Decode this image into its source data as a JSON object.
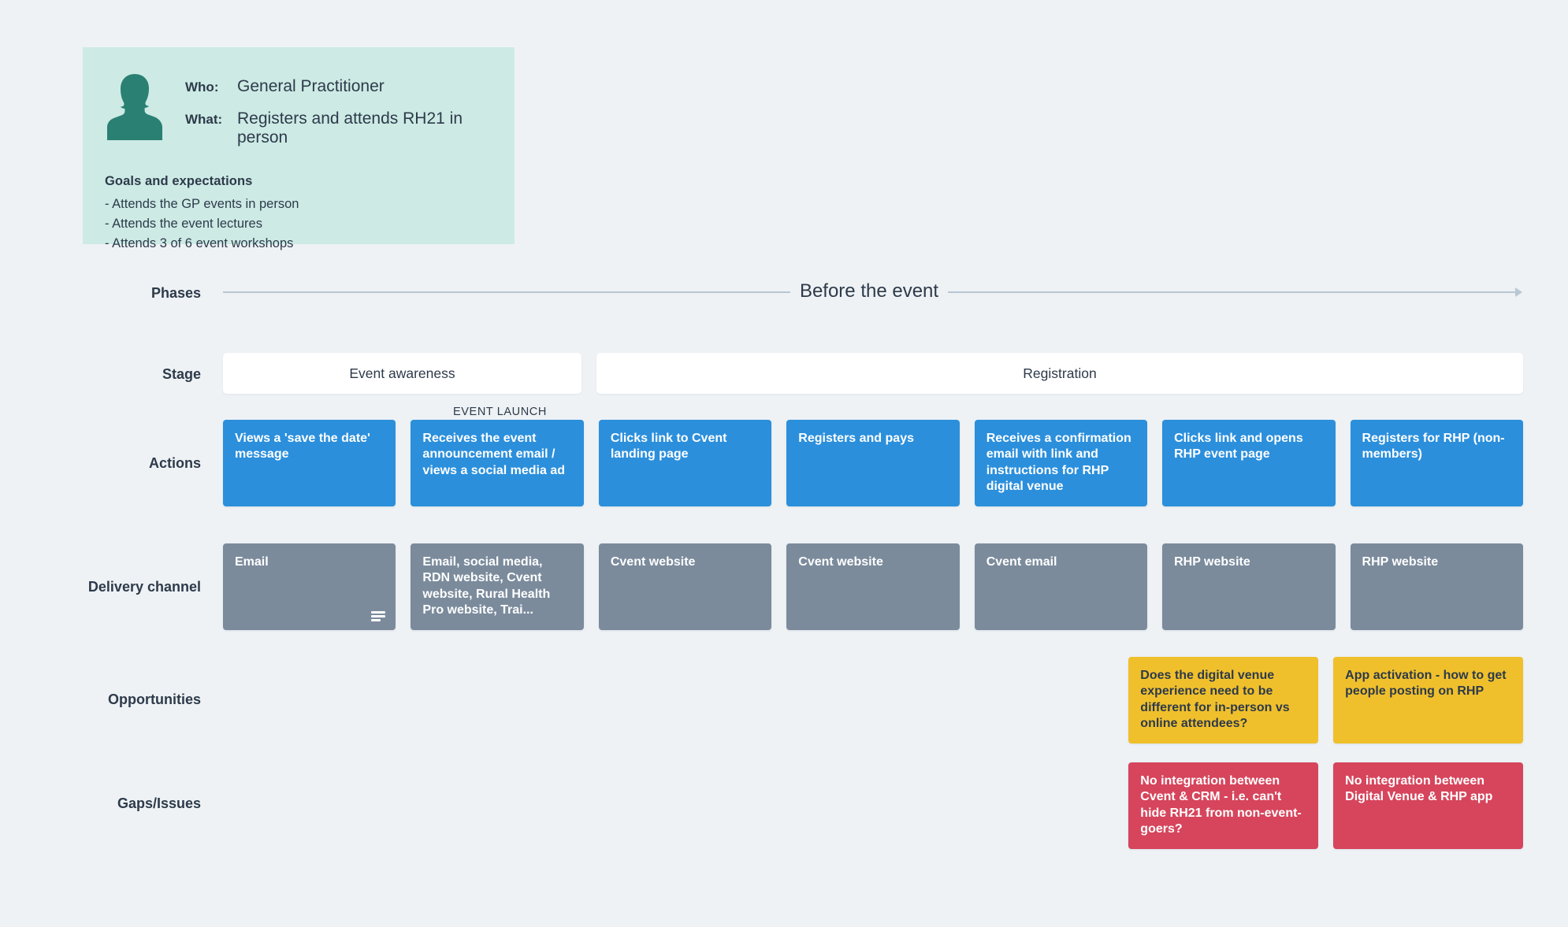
{
  "persona": {
    "avatar_icon": "person-avatar-icon",
    "who_label": "Who:",
    "who_value": "General Practitioner",
    "what_label": "What:",
    "what_value": "Registers and attends RH21 in person",
    "goals_title": "Goals and expectations",
    "goals": [
      "- Attends the GP events in person",
      "- Attends the event lectures",
      "- Attends 3 of 6 event workshops"
    ]
  },
  "rows": {
    "phases": "Phases",
    "stage": "Stage",
    "actions": "Actions",
    "delivery_channel": "Delivery channel",
    "opportunities": "Opportunities",
    "gaps_issues": "Gaps/Issues"
  },
  "phase": {
    "label": "Before the event"
  },
  "stages": [
    {
      "label": "Event awareness"
    },
    {
      "label": "Registration"
    }
  ],
  "milestone": {
    "label": "EVENT LAUNCH"
  },
  "actions": [
    {
      "text": "Views a 'save the date' message"
    },
    {
      "text": "Receives the event announcement email / views a social media ad"
    },
    {
      "text": "Clicks link to Cvent landing page"
    },
    {
      "text": "Registers and pays"
    },
    {
      "text": "Receives a confirmation email with link and instructions for RHP digital venue"
    },
    {
      "text": "Clicks link and opens RHP event page"
    },
    {
      "text": "Registers for RHP (non-members)"
    }
  ],
  "delivery_channels": [
    {
      "text": "Email",
      "has_list_icon": true
    },
    {
      "text": "Email, social media, RDN website, Cvent website, Rural Health Pro website, Trai...",
      "has_list_icon": false
    },
    {
      "text": "Cvent website",
      "has_list_icon": false
    },
    {
      "text": "Cvent website",
      "has_list_icon": false
    },
    {
      "text": "Cvent email",
      "has_list_icon": false
    },
    {
      "text": "RHP website",
      "has_list_icon": false
    },
    {
      "text": "RHP website",
      "has_list_icon": false
    }
  ],
  "opportunities": [
    {
      "text": ""
    },
    {
      "text": ""
    },
    {
      "text": ""
    },
    {
      "text": ""
    },
    {
      "text": ""
    },
    {
      "text": "Does the digital venue experience need to be different for in-person vs online attendees?"
    },
    {
      "text": "App activation - how to get people posting on RHP"
    }
  ],
  "gaps_issues": [
    {
      "text": ""
    },
    {
      "text": ""
    },
    {
      "text": ""
    },
    {
      "text": ""
    },
    {
      "text": ""
    },
    {
      "text": "No integration between Cvent & CRM - i.e. can't hide RH21 from non-event-goers?"
    },
    {
      "text": "No integration between Digital Venue & RHP app"
    }
  ],
  "colors": {
    "background": "#eef2f5",
    "persona_card": "#cdeae5",
    "avatar": "#2a8073",
    "action": "#2b8fdc",
    "channel": "#7b8b9c",
    "opportunity": "#f0c02c",
    "gap": "#d6455c",
    "text_dark": "#2d3a4a",
    "phase_line": "#b9c7d4",
    "stage_box": "#ffffff"
  }
}
